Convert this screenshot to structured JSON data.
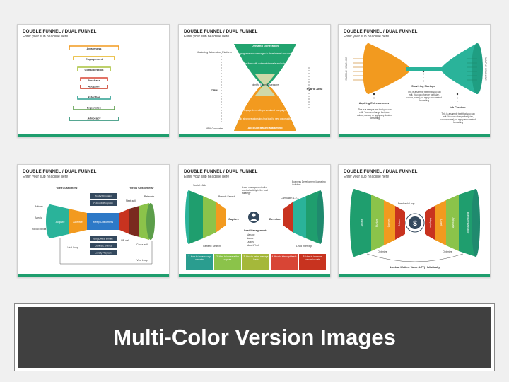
{
  "slides": [
    {
      "title": "DOUBLE FUNNEL / DUAL FUNNEL",
      "subtitle": "Enter your sub headline here",
      "stages": [
        "Awareness",
        "Engagement",
        "Consideration",
        "Purchase",
        "Adoption",
        "Retention",
        "Expansion",
        "Advocacy"
      ],
      "colors": [
        "#f29a1f",
        "#e6b21b",
        "#a9c23b",
        "#d84535",
        "#c8331f",
        "#2a9d8f",
        "#5c9e4a",
        "#1f8a6e"
      ]
    },
    {
      "title": "DOUBLE FUNNEL / DUAL FUNNEL",
      "subtitle": "Enter your sub headline here",
      "top_label": "Demand Generation",
      "top_text_1": "Deploy programs and campaigns to drive interest and conversion",
      "top_text_2": "Nature them with automated emails and outreach",
      "mid_text": "Identify Target & Measure",
      "bottom_text_1": "Engage them with personalized campaigns",
      "bottom_text_2": "Build strong relationships that lead to new opportunities",
      "bottom_label": "Account Based Marketing",
      "left_top": "Marketing Automation Platform",
      "left_mid": "CRM",
      "left_bottom": "ABM Converter",
      "right_mid": "Hybrid ABM"
    },
    {
      "title": "DOUBLE FUNNEL / DUAL FUNNEL",
      "subtitle": "Enter your sub headline here",
      "left_vertical": "SAMPLE HEADLINE",
      "right_vertical": "SAMPLE HEADLINE",
      "aspiring_title": "Aspiring Entrepreneurs",
      "aspiring_text": "This is a sample text that you can edit. You can change font(size, colour, name), or apply any desired formatting",
      "surviving_title": "Surviving Startups",
      "surviving_text": "This is a sample text that you can edit. You can change font(size, colour, name), or apply any desired formatting",
      "job_title": "Job Creation",
      "job_text": "This is a sample text that you can edit. You can change font(size, colour, name), or apply any desired formatting"
    },
    {
      "title": "DOUBLE FUNNEL / DUAL FUNNEL",
      "subtitle": "Enter your sub headline here",
      "get_customers": "\"Get Customers\"",
      "grow_customers": "\"Grow Customers\"",
      "left_sources": [
        "Articles",
        "Media",
        "Social Media"
      ],
      "acquire": "Acquire",
      "activate": "Activate",
      "keep": "Keep Customers",
      "boxes_top": [
        "Product Updates",
        "Outreach Programs"
      ],
      "boxes_bottom": [
        "Blogs, ABS, Emails",
        "Contests, Events",
        "Loyalty Program"
      ],
      "right_labels": [
        "Next-sell",
        "Referrals",
        "UP-sell",
        "Cross-sell"
      ],
      "viral_loop": "Viral Loop"
    },
    {
      "title": "DOUBLE FUNNEL / DUAL FUNNEL",
      "subtitle": "Enter your sub headline here",
      "social": "Social / Ads",
      "branch": "Branch Search",
      "generic": "Generic Search",
      "capture": "Capture",
      "lead_text": "Lead management is the central activity in the lead strategy",
      "lead_mgmt": "Lead Management:",
      "lead_items": [
        "Manage",
        "Nature",
        "Qualify",
        "Make it \"hot\""
      ],
      "develop": "Develop",
      "bd": "Business Development Marketing Activities",
      "campaign": "Campaign 1-2-1",
      "intercept": "Lead Intercept",
      "steps": [
        "1. How to increase my contacts",
        "2. How to increase the capture",
        "3. How to better manage leads",
        "4. How to intercept leads",
        "5. How to increase conversion rate"
      ],
      "step_colors": [
        "#2a9d8f",
        "#8bc34a",
        "#a5b83a",
        "#d84535",
        "#c8331f"
      ]
    },
    {
      "title": "DOUBLE FUNNEL / DUAL FUNNEL",
      "subtitle": "Enter your sub headline here",
      "left_layers": [
        "Attract",
        "Nurture",
        "Convert",
        "Retain"
      ],
      "right_layers": [
        "Adoption",
        "Upsell",
        "Advocate",
        "Brand Ambassador"
      ],
      "feedback": "Feedback Loop",
      "optimize_left": "Optimize",
      "optimize_right": "Optimize",
      "ltv": "Look at lifetime Value (LTV) Holistically"
    }
  ],
  "banner": {
    "text": "Multi-Color Version Images"
  }
}
